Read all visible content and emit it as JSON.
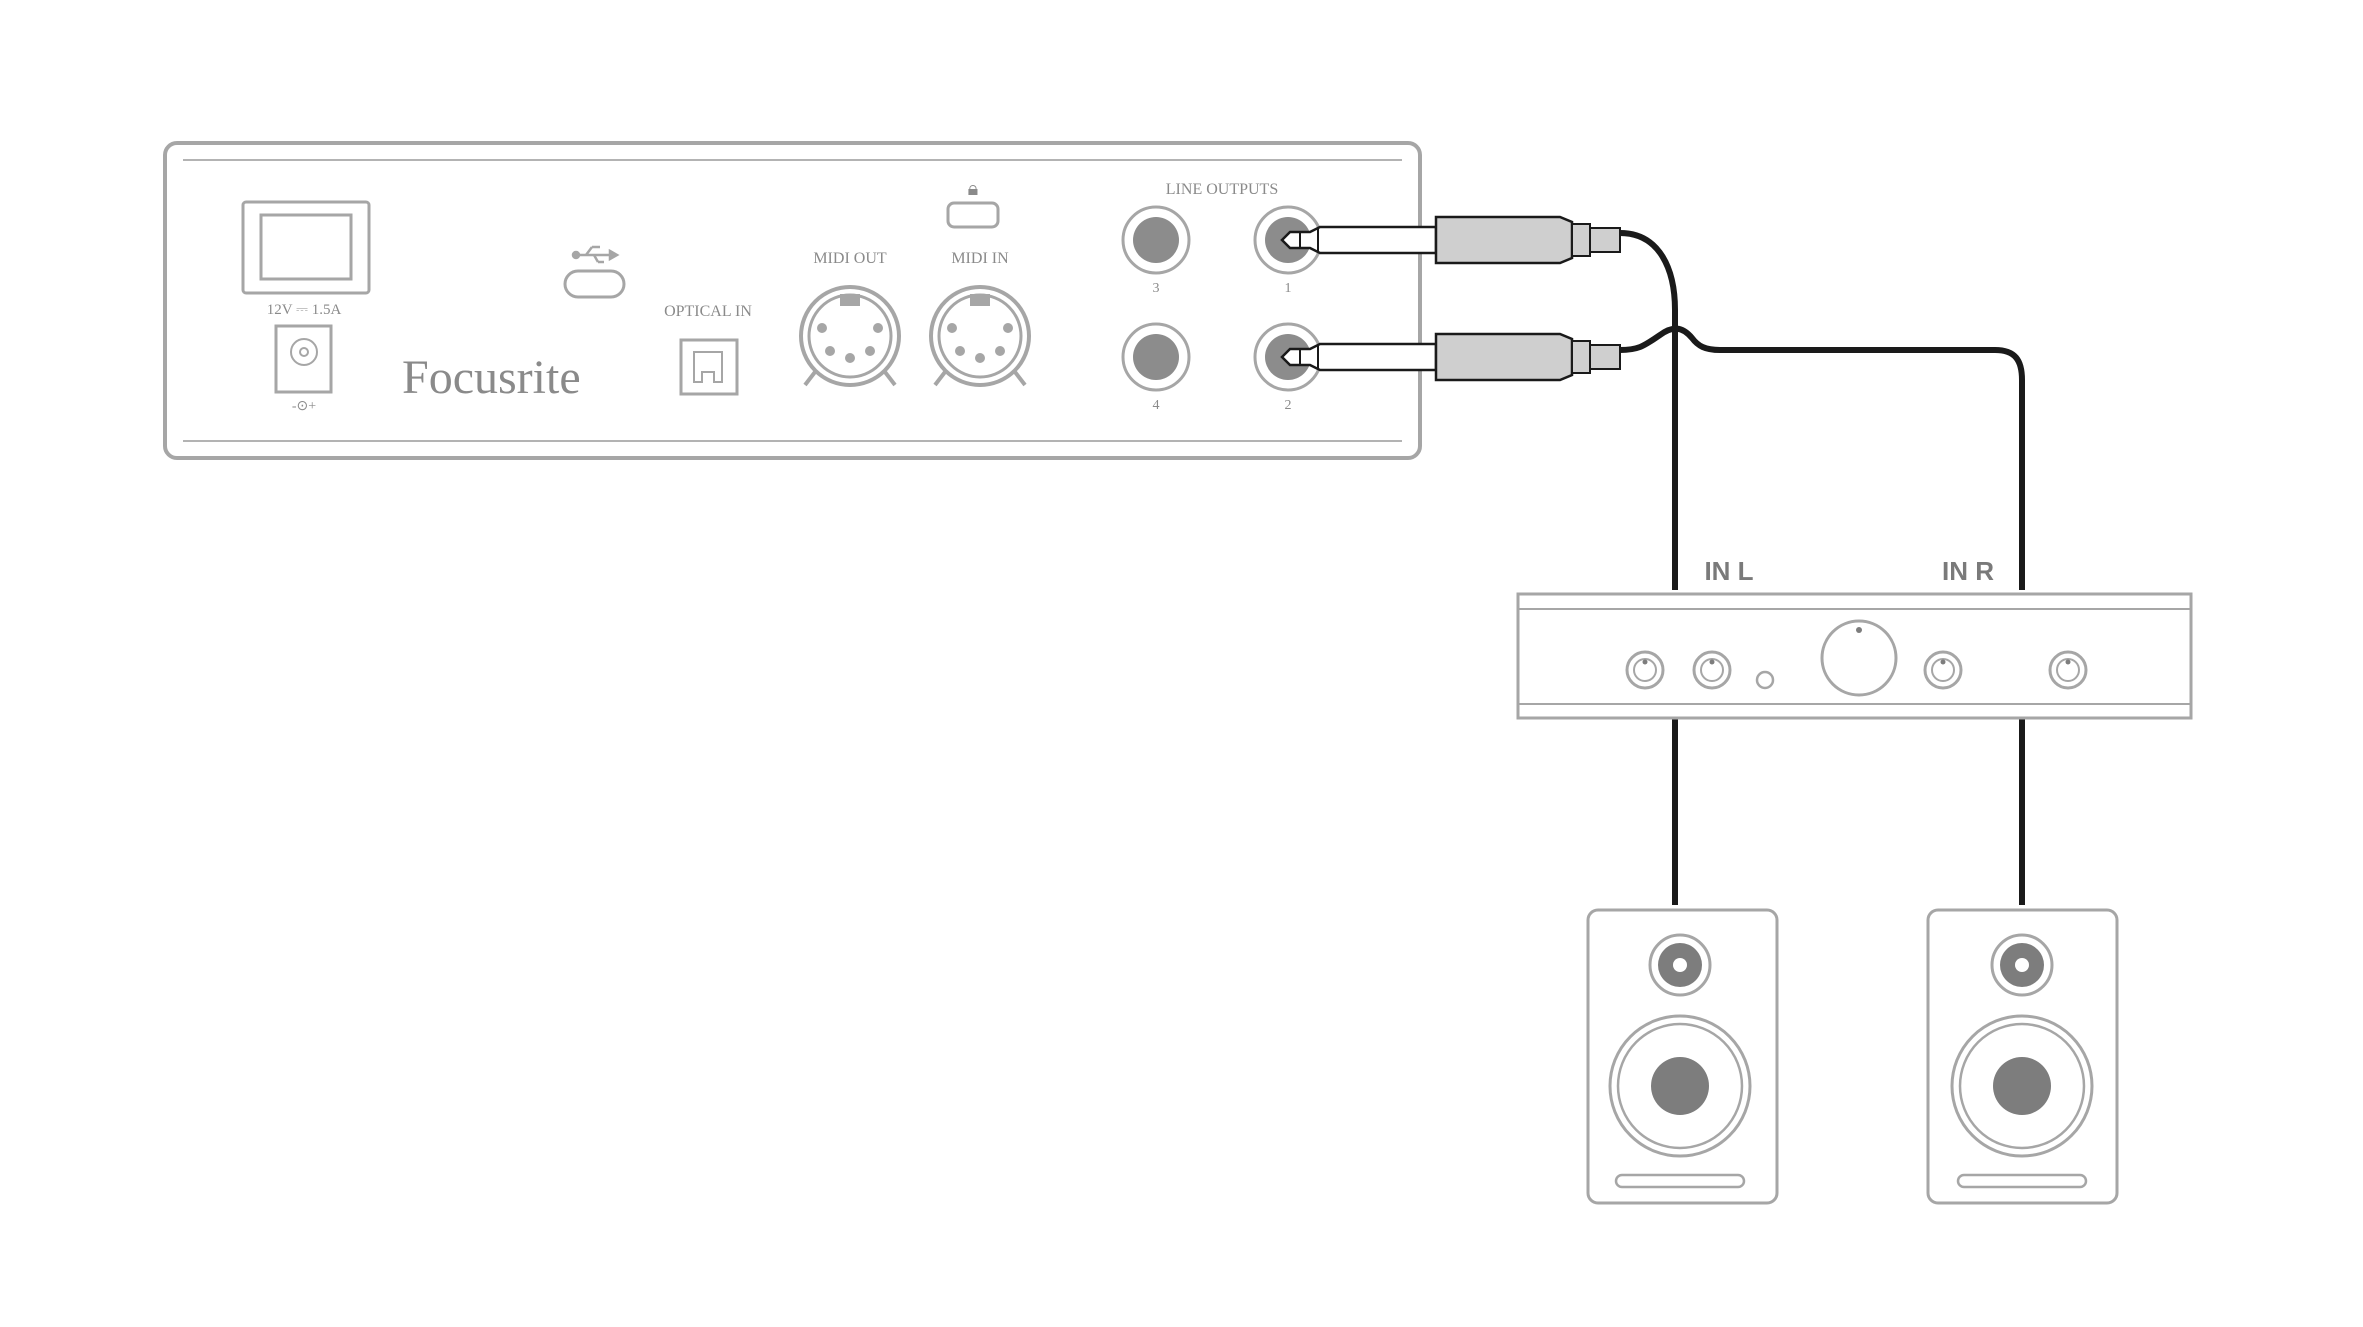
{
  "interface": {
    "brand": "Focusrite",
    "power_label": "12V ⎓ 1.5A",
    "dc_polarity_label": "-⊙+",
    "usb_symbol": "usb-icon",
    "lock_symbol": "lock-icon",
    "optical_label": "OPTICAL IN",
    "midi_out_label": "MIDI OUT",
    "midi_in_label": "MIDI IN",
    "line_outputs_label": "LINE OUTPUTS",
    "output_numbers": {
      "out1": "1",
      "out2": "2",
      "out3": "3",
      "out4": "4"
    }
  },
  "amplifier": {
    "input_left_label": "IN L",
    "input_right_label": "IN R"
  },
  "colors": {
    "device_stroke": "#a6a6a6",
    "port_fill": "#8c8c8c",
    "cable": "#1a1a1a",
    "plug_fill": "#cfcfcf",
    "speaker_dark": "#7d7d7d"
  }
}
